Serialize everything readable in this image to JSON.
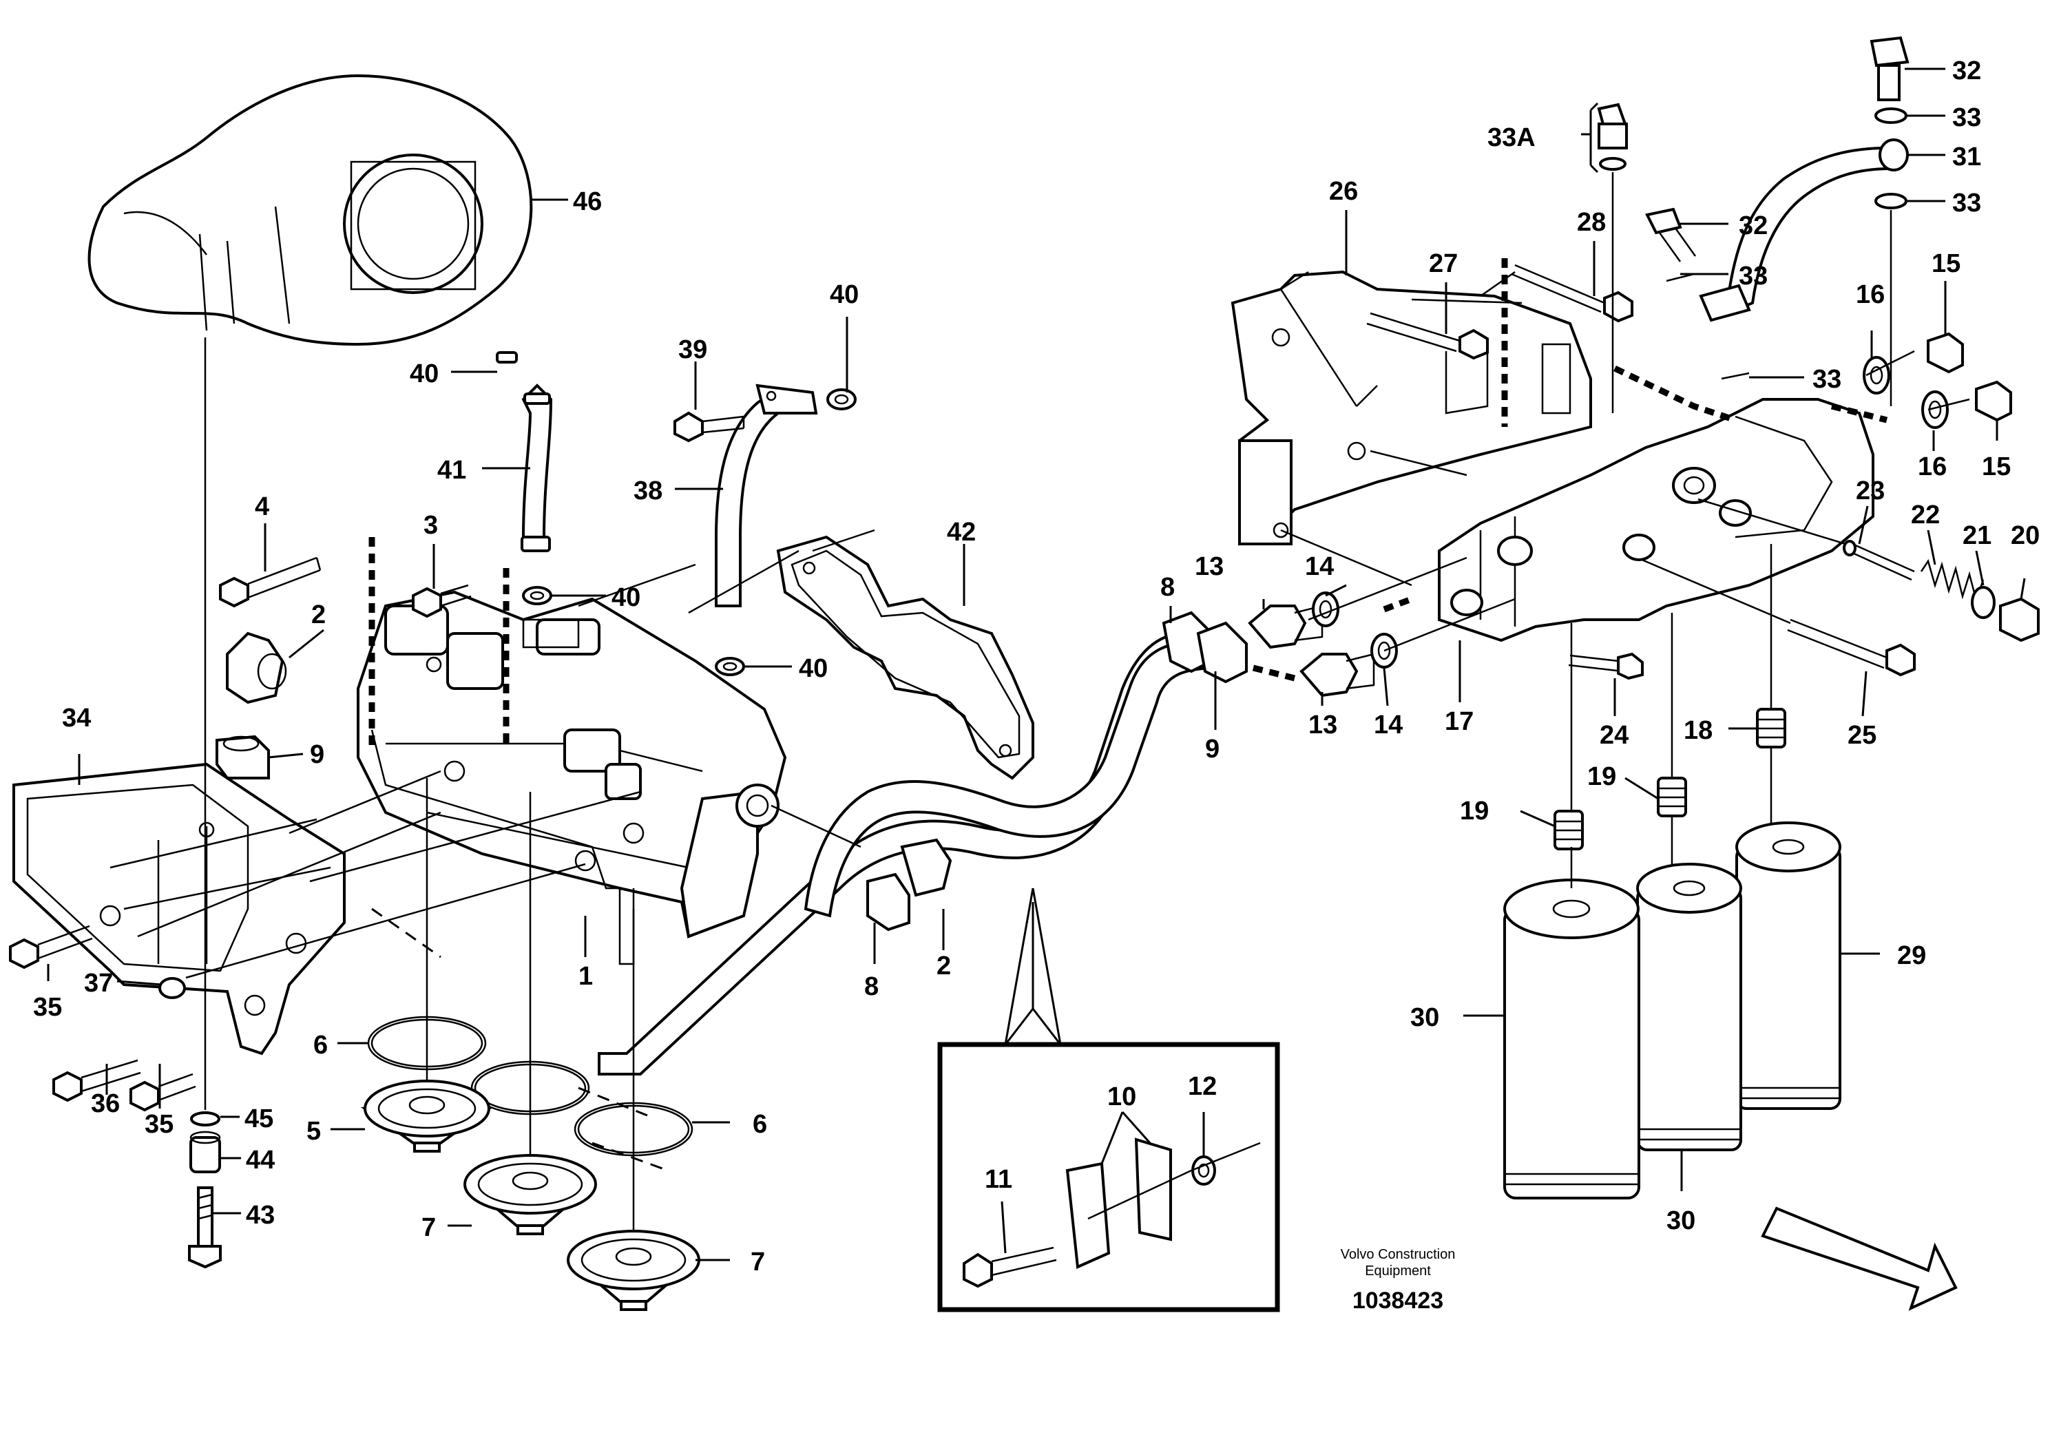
{
  "labels": {
    "l46": "46",
    "l40a": "40",
    "l41": "41",
    "l40b": "40",
    "l39": "39",
    "l40c": "40",
    "l38": "38",
    "l40d": "40",
    "l42": "42",
    "l4": "4",
    "l3": "3",
    "l2a": "2",
    "l9a": "9",
    "l34": "34",
    "l35a": "35",
    "l37": "37",
    "l36": "36",
    "l35b": "35",
    "l6a": "6",
    "l5": "5",
    "l45": "45",
    "l44": "44",
    "l43": "43",
    "l7a": "7",
    "l1": "1",
    "l6b": "6",
    "l7b": "7",
    "l8a": "8",
    "l2b": "2",
    "l8b": "8",
    "l9b": "9",
    "l13a": "13",
    "l14a": "14",
    "l13b": "13",
    "l14b": "14",
    "l26": "26",
    "l27": "27",
    "l28": "28",
    "l33A": "33A",
    "l32a": "32",
    "l33a": "33",
    "l31": "31",
    "l33b": "33",
    "l32b": "32",
    "l33c": "33",
    "l33d": "33",
    "l16a": "16",
    "l15a": "15",
    "l16b": "16",
    "l15b": "15",
    "l23": "23",
    "l22": "22",
    "l21": "21",
    "l20": "20",
    "l17": "17",
    "l24": "24",
    "l25": "25",
    "l18": "18",
    "l19a": "19",
    "l19b": "19",
    "l29": "29",
    "l30a": "30",
    "l30b": "30",
    "l10": "10",
    "l11": "11",
    "l12": "12"
  },
  "footer": {
    "company_line1": "Volvo Construction",
    "company_line2": "Equipment",
    "drawing_number": "1038423"
  }
}
